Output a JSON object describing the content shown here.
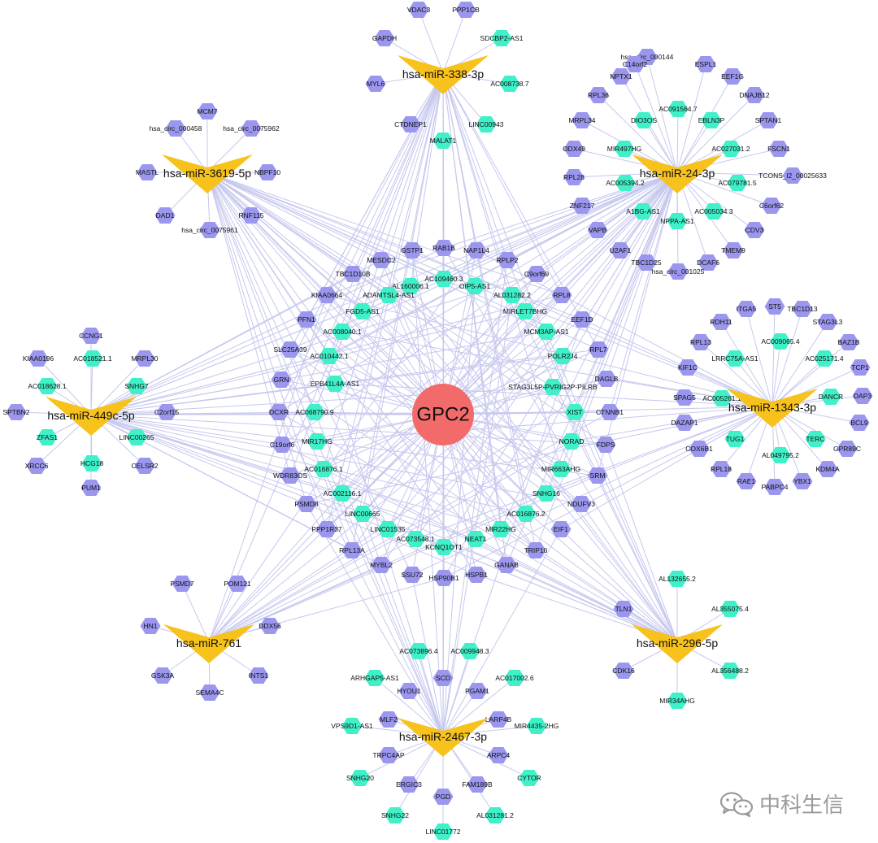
{
  "center": {
    "label": "GPC2",
    "color": "#f26a6a"
  },
  "colors": {
    "mirna": "#f7c21b",
    "mrna": "#9b96ee",
    "lncrna": "#3ff0c8",
    "edge": "#c6c8ee"
  },
  "watermark": {
    "text": "中科生信",
    "icon": "wechat-icon"
  },
  "mirnas": [
    {
      "id": "m338",
      "label": "hsa-miR-338-3p"
    },
    {
      "id": "m3619",
      "label": "hsa-miR-3619-5p"
    },
    {
      "id": "m24",
      "label": "hsa-miR-24-3p"
    },
    {
      "id": "m449",
      "label": "hsa-miR-449c-5p"
    },
    {
      "id": "m1343",
      "label": "hsa-miR-1343-3p"
    },
    {
      "id": "m761",
      "label": "hsa-miR-761"
    },
    {
      "id": "m296",
      "label": "hsa-miR-296-5p"
    },
    {
      "id": "m2467",
      "label": "hsa-miR-2467-3p"
    }
  ],
  "targets": [
    {
      "label": "VDAC3",
      "type": "mrna",
      "mirna": "m338"
    },
    {
      "label": "PPP1CB",
      "type": "mrna",
      "mirna": "m338"
    },
    {
      "label": "GAPDH",
      "type": "mrna",
      "mirna": "m338"
    },
    {
      "label": "SDCBP2-AS1",
      "type": "lncrna",
      "mirna": "m338"
    },
    {
      "label": "MYL6",
      "type": "mrna",
      "mirna": "m338"
    },
    {
      "label": "AC008738.7",
      "type": "lncrna",
      "mirna": "m338"
    },
    {
      "label": "CTDNEP1",
      "type": "mrna",
      "mirna": "m338"
    },
    {
      "label": "LINC00943",
      "type": "lncrna",
      "mirna": "m338"
    },
    {
      "label": "MALAT1",
      "type": "lncrna",
      "mirna": "m338"
    },
    {
      "label": "MCM7",
      "type": "mrna",
      "mirna": "m3619"
    },
    {
      "label": "hsa_circ_000458",
      "type": "mrna",
      "mirna": "m3619"
    },
    {
      "label": "hsa_circ_0075962",
      "type": "mrna",
      "mirna": "m3619"
    },
    {
      "label": "MASTL",
      "type": "mrna",
      "mirna": "m3619"
    },
    {
      "label": "NBPF10",
      "type": "mrna",
      "mirna": "m3619"
    },
    {
      "label": "DAD1",
      "type": "mrna",
      "mirna": "m3619"
    },
    {
      "label": "RNF115",
      "type": "mrna",
      "mirna": "m3619"
    },
    {
      "label": "hsa_circ_0075961",
      "type": "mrna",
      "mirna": "m3619"
    },
    {
      "label": "hsa_circ_000144",
      "type": "mrna",
      "mirna": "m24"
    },
    {
      "label": "C14orf2",
      "type": "mrna",
      "mirna": "m24"
    },
    {
      "label": "ESPL1",
      "type": "mrna",
      "mirna": "m24"
    },
    {
      "label": "NPTX1",
      "type": "mrna",
      "mirna": "m24"
    },
    {
      "label": "EEF1G",
      "type": "mrna",
      "mirna": "m24"
    },
    {
      "label": "RPL36",
      "type": "mrna",
      "mirna": "m24"
    },
    {
      "label": "AC091564.7",
      "type": "lncrna",
      "mirna": "m24"
    },
    {
      "label": "DNAJB12",
      "type": "mrna",
      "mirna": "m24"
    },
    {
      "label": "MRPL34",
      "type": "mrna",
      "mirna": "m24"
    },
    {
      "label": "DIO3OS",
      "type": "lncrna",
      "mirna": "m24"
    },
    {
      "label": "EBLN3P",
      "type": "lncrna",
      "mirna": "m24"
    },
    {
      "label": "SPTAN1",
      "type": "mrna",
      "mirna": "m24"
    },
    {
      "label": "ODX49",
      "type": "mrna",
      "mirna": "m24"
    },
    {
      "label": "MIR497HG",
      "type": "lncrna",
      "mirna": "m24"
    },
    {
      "label": "AC027031.2",
      "type": "lncrna",
      "mirna": "m24"
    },
    {
      "label": "FSCN1",
      "type": "mrna",
      "mirna": "m24"
    },
    {
      "label": "RPL28",
      "type": "mrna",
      "mirna": "m24"
    },
    {
      "label": "AC005394.2",
      "type": "lncrna",
      "mirna": "m24"
    },
    {
      "label": "AC079781.5",
      "type": "lncrna",
      "mirna": "m24"
    },
    {
      "label": "TCONS_l2_00025633",
      "type": "mrna",
      "mirna": "m24"
    },
    {
      "label": "ZNF217",
      "type": "mrna",
      "mirna": "m24"
    },
    {
      "label": "A1BG-AS1",
      "type": "lncrna",
      "mirna": "m24"
    },
    {
      "label": "AC005034.3",
      "type": "lncrna",
      "mirna": "m24"
    },
    {
      "label": "C6orf62",
      "type": "mrna",
      "mirna": "m24"
    },
    {
      "label": "VAPB",
      "type": "mrna",
      "mirna": "m24"
    },
    {
      "label": "NPPA-AS1",
      "type": "lncrna",
      "mirna": "m24"
    },
    {
      "label": "CDV3",
      "type": "mrna",
      "mirna": "m24"
    },
    {
      "label": "U2AF1",
      "type": "mrna",
      "mirna": "m24"
    },
    {
      "label": "TMEM9",
      "type": "mrna",
      "mirna": "m24"
    },
    {
      "label": "TBC1D25",
      "type": "mrna",
      "mirna": "m24"
    },
    {
      "label": "DCAF6",
      "type": "mrna",
      "mirna": "m24"
    },
    {
      "label": "hsa_circ_001025",
      "type": "mrna",
      "mirna": "m24"
    },
    {
      "label": "CCNG1",
      "type": "mrna",
      "mirna": "m449"
    },
    {
      "label": "KIAA0196",
      "type": "mrna",
      "mirna": "m449"
    },
    {
      "label": "AC018521.1",
      "type": "lncrna",
      "mirna": "m449"
    },
    {
      "label": "MRPL30",
      "type": "mrna",
      "mirna": "m449"
    },
    {
      "label": "AC018628.1",
      "type": "lncrna",
      "mirna": "m449"
    },
    {
      "label": "SNHG7",
      "type": "lncrna",
      "mirna": "m449"
    },
    {
      "label": "SPTBN2",
      "type": "mrna",
      "mirna": "m449"
    },
    {
      "label": "C2orf15",
      "type": "mrna",
      "mirna": "m449"
    },
    {
      "label": "ZFAS1",
      "type": "lncrna",
      "mirna": "m449"
    },
    {
      "label": "LINC00265",
      "type": "lncrna",
      "mirna": "m449"
    },
    {
      "label": "XRCC6",
      "type": "mrna",
      "mirna": "m449"
    },
    {
      "label": "HCG18",
      "type": "lncrna",
      "mirna": "m449"
    },
    {
      "label": "CELSR2",
      "type": "mrna",
      "mirna": "m449"
    },
    {
      "label": "PUM1",
      "type": "mrna",
      "mirna": "m449"
    },
    {
      "label": "ITGA5",
      "type": "mrna",
      "mirna": "m1343"
    },
    {
      "label": "ST5",
      "type": "mrna",
      "mirna": "m1343"
    },
    {
      "label": "TBC1D13",
      "type": "mrna",
      "mirna": "m1343"
    },
    {
      "label": "RDH11",
      "type": "mrna",
      "mirna": "m1343"
    },
    {
      "label": "STAG3L3",
      "type": "mrna",
      "mirna": "m1343"
    },
    {
      "label": "RPL13",
      "type": "mrna",
      "mirna": "m1343"
    },
    {
      "label": "AC009065.4",
      "type": "lncrna",
      "mirna": "m1343"
    },
    {
      "label": "BAZ1B",
      "type": "mrna",
      "mirna": "m1343"
    },
    {
      "label": "LRRC75A-AS1",
      "type": "lncrna",
      "mirna": "m1343"
    },
    {
      "label": "AC025171.4",
      "type": "lncrna",
      "mirna": "m1343"
    },
    {
      "label": "KIF1C",
      "type": "mrna",
      "mirna": "m1343"
    },
    {
      "label": "TCP1",
      "type": "mrna",
      "mirna": "m1343"
    },
    {
      "label": "SPAG5",
      "type": "mrna",
      "mirna": "m1343"
    },
    {
      "label": "AC005261.1",
      "type": "lncrna",
      "mirna": "m1343"
    },
    {
      "label": "DANCR",
      "type": "lncrna",
      "mirna": "m1343"
    },
    {
      "label": "DAP3",
      "type": "mrna",
      "mirna": "m1343"
    },
    {
      "label": "DAZAP1",
      "type": "mrna",
      "mirna": "m1343"
    },
    {
      "label": "BCL9",
      "type": "mrna",
      "mirna": "m1343"
    },
    {
      "label": "COX6B1",
      "type": "mrna",
      "mirna": "m1343"
    },
    {
      "label": "TUG1",
      "type": "lncrna",
      "mirna": "m1343"
    },
    {
      "label": "TERC",
      "type": "lncrna",
      "mirna": "m1343"
    },
    {
      "label": "GPR89C",
      "type": "mrna",
      "mirna": "m1343"
    },
    {
      "label": "AL049795.2",
      "type": "lncrna",
      "mirna": "m1343"
    },
    {
      "label": "RPL18",
      "type": "mrna",
      "mirna": "m1343"
    },
    {
      "label": "KDM4A",
      "type": "mrna",
      "mirna": "m1343"
    },
    {
      "label": "RAE1",
      "type": "mrna",
      "mirna": "m1343"
    },
    {
      "label": "PABPC4",
      "type": "mrna",
      "mirna": "m1343"
    },
    {
      "label": "YBX1",
      "type": "mrna",
      "mirna": "m1343"
    },
    {
      "label": "PSMD7",
      "type": "mrna",
      "mirna": "m761"
    },
    {
      "label": "POM121",
      "type": "mrna",
      "mirna": "m761"
    },
    {
      "label": "HN1",
      "type": "mrna",
      "mirna": "m761"
    },
    {
      "label": "DDX56",
      "type": "mrna",
      "mirna": "m761"
    },
    {
      "label": "GSK3A",
      "type": "mrna",
      "mirna": "m761"
    },
    {
      "label": "INTS1",
      "type": "mrna",
      "mirna": "m761"
    },
    {
      "label": "SEMA4C",
      "type": "mrna",
      "mirna": "m761"
    },
    {
      "label": "AL132655.2",
      "type": "lncrna",
      "mirna": "m296"
    },
    {
      "label": "TLN1",
      "type": "mrna",
      "mirna": "m296"
    },
    {
      "label": "AL355075.4",
      "type": "lncrna",
      "mirna": "m296"
    },
    {
      "label": "CDK16",
      "type": "mrna",
      "mirna": "m296"
    },
    {
      "label": "AL356488.2",
      "type": "lncrna",
      "mirna": "m296"
    },
    {
      "label": "MIR34AHG",
      "type": "lncrna",
      "mirna": "m296"
    },
    {
      "label": "AC073896.4",
      "type": "lncrna",
      "mirna": "m2467"
    },
    {
      "label": "AC009948.3",
      "type": "lncrna",
      "mirna": "m2467"
    },
    {
      "label": "ARHGAP5-AS1",
      "type": "lncrna",
      "mirna": "m2467"
    },
    {
      "label": "SCD",
      "type": "mrna",
      "mirna": "m2467"
    },
    {
      "label": "AC017002.6",
      "type": "lncrna",
      "mirna": "m2467"
    },
    {
      "label": "HYOU1",
      "type": "mrna",
      "mirna": "m2467"
    },
    {
      "label": "PGAM1",
      "type": "mrna",
      "mirna": "m2467"
    },
    {
      "label": "VPS9D1-AS1",
      "type": "lncrna",
      "mirna": "m2467"
    },
    {
      "label": "MLF2",
      "type": "mrna",
      "mirna": "m2467"
    },
    {
      "label": "LARP4B",
      "type": "mrna",
      "mirna": "m2467"
    },
    {
      "label": "MIR4435-2HG",
      "type": "lncrna",
      "mirna": "m2467"
    },
    {
      "label": "TRPC4AP",
      "type": "mrna",
      "mirna": "m2467"
    },
    {
      "label": "ARPC4",
      "type": "mrna",
      "mirna": "m2467"
    },
    {
      "label": "SNHG20",
      "type": "lncrna",
      "mirna": "m2467"
    },
    {
      "label": "CYTOR",
      "type": "lncrna",
      "mirna": "m2467"
    },
    {
      "label": "ERGIC3",
      "type": "mrna",
      "mirna": "m2467"
    },
    {
      "label": "FAM189B",
      "type": "mrna",
      "mirna": "m2467"
    },
    {
      "label": "PGD",
      "type": "mrna",
      "mirna": "m2467"
    },
    {
      "label": "SNHG22",
      "type": "lncrna",
      "mirna": "m2467"
    },
    {
      "label": "AL031281.2",
      "type": "lncrna",
      "mirna": "m2467"
    },
    {
      "label": "LINC01772",
      "type": "lncrna",
      "mirna": "m2467"
    }
  ],
  "shared": [
    {
      "label": "RAB1B",
      "type": "mrna"
    },
    {
      "label": "GSTP1",
      "type": "mrna"
    },
    {
      "label": "NAP1L4",
      "type": "mrna"
    },
    {
      "label": "MESDC2",
      "type": "mrna"
    },
    {
      "label": "RPLP2",
      "type": "mrna"
    },
    {
      "label": "TBC1D10B",
      "type": "mrna"
    },
    {
      "label": "AC109460.3",
      "type": "lncrna"
    },
    {
      "label": "C9orf69",
      "type": "mrna"
    },
    {
      "label": "AL160006.1",
      "type": "lncrna"
    },
    {
      "label": "OIP5-AS1",
      "type": "lncrna"
    },
    {
      "label": "KIAA0664",
      "type": "mrna"
    },
    {
      "label": "ADAMTSL4-AS1",
      "type": "lncrna"
    },
    {
      "label": "AL031282.2",
      "type": "lncrna"
    },
    {
      "label": "RPL8",
      "type": "mrna"
    },
    {
      "label": "FGD5-AS1",
      "type": "lncrna"
    },
    {
      "label": "MIRLET7BHG",
      "type": "lncrna"
    },
    {
      "label": "PFN1",
      "type": "mrna"
    },
    {
      "label": "EEF1D",
      "type": "mrna"
    },
    {
      "label": "AC008040.1",
      "type": "lncrna"
    },
    {
      "label": "MCM3AP-AS1",
      "type": "lncrna"
    },
    {
      "label": "SLC25A39",
      "type": "mrna"
    },
    {
      "label": "RPL7",
      "type": "mrna"
    },
    {
      "label": "AC010442.1",
      "type": "lncrna"
    },
    {
      "label": "POLR2J4",
      "type": "lncrna"
    },
    {
      "label": "GRN",
      "type": "mrna"
    },
    {
      "label": "EPB41L4A-AS1",
      "type": "lncrna"
    },
    {
      "label": "DAGLB",
      "type": "mrna"
    },
    {
      "label": "STAG3L5P-PVRIG2P-PILRB",
      "type": "lncrna"
    },
    {
      "label": "DCXR",
      "type": "mrna"
    },
    {
      "label": "AC068790.9",
      "type": "lncrna"
    },
    {
      "label": "XIST",
      "type": "lncrna"
    },
    {
      "label": "CTNNB1",
      "type": "mrna"
    },
    {
      "label": "C19orf6",
      "type": "mrna"
    },
    {
      "label": "MIR17HG",
      "type": "lncrna"
    },
    {
      "label": "NORAD",
      "type": "lncrna"
    },
    {
      "label": "FDPS",
      "type": "mrna"
    },
    {
      "label": "AC016876.1",
      "type": "lncrna"
    },
    {
      "label": "WDR83OS",
      "type": "mrna"
    },
    {
      "label": "MIR663AHG",
      "type": "lncrna"
    },
    {
      "label": "SRM",
      "type": "mrna"
    },
    {
      "label": "AC002116.1",
      "type": "lncrna"
    },
    {
      "label": "PSMD8",
      "type": "mrna"
    },
    {
      "label": "SNHG16",
      "type": "lncrna"
    },
    {
      "label": "NDUFV3",
      "type": "mrna"
    },
    {
      "label": "LINC00665",
      "type": "lncrna"
    },
    {
      "label": "AC016876.2",
      "type": "lncrna"
    },
    {
      "label": "PPP1R37",
      "type": "mrna"
    },
    {
      "label": "LINC01535",
      "type": "lncrna"
    },
    {
      "label": "MIR22HG",
      "type": "lncrna"
    },
    {
      "label": "EIF1",
      "type": "mrna"
    },
    {
      "label": "AC073548.1",
      "type": "lncrna"
    },
    {
      "label": "NEAT1",
      "type": "lncrna"
    },
    {
      "label": "KCNQ1OT1",
      "type": "lncrna"
    },
    {
      "label": "RPL13A",
      "type": "mrna"
    },
    {
      "label": "TRIP10",
      "type": "mrna"
    },
    {
      "label": "MYBL2",
      "type": "mrna"
    },
    {
      "label": "GANAB",
      "type": "mrna"
    },
    {
      "label": "SSU72",
      "type": "mrna"
    },
    {
      "label": "HSP90B1",
      "type": "mrna"
    },
    {
      "label": "HSPB1",
      "type": "mrna"
    }
  ]
}
